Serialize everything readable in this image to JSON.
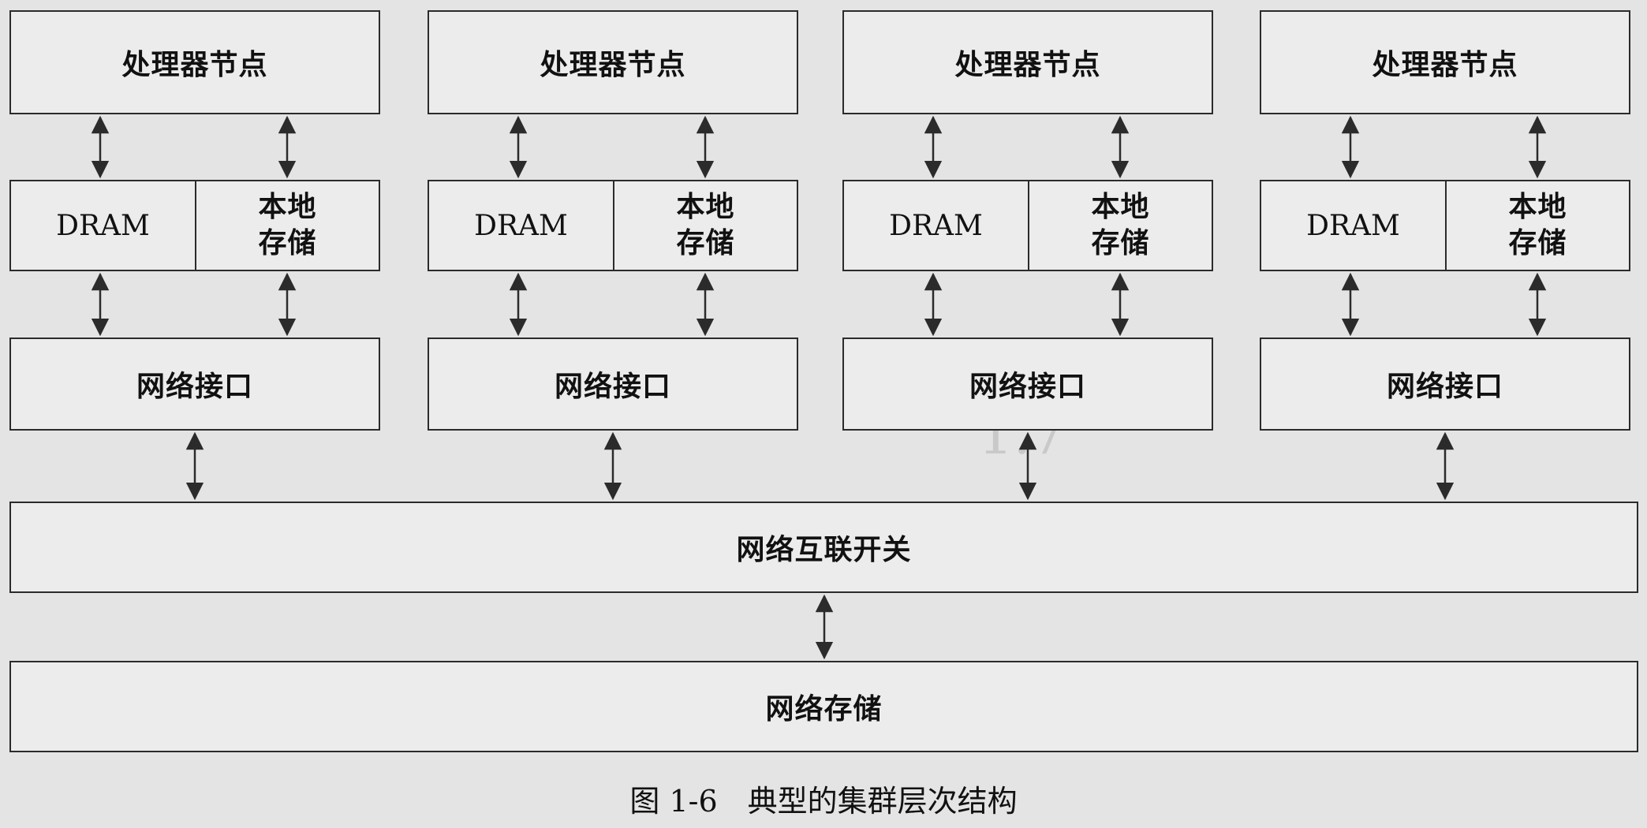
{
  "nodes": [
    {
      "processor": "处理器节点",
      "dram": "DRAM",
      "local_storage_line1": "本地",
      "local_storage_line2": "存储",
      "network_interface": "网络接口"
    },
    {
      "processor": "处理器节点",
      "dram": "DRAM",
      "local_storage_line1": "本地",
      "local_storage_line2": "存储",
      "network_interface": "网络接口"
    },
    {
      "processor": "处理器节点",
      "dram": "DRAM",
      "local_storage_line1": "本地",
      "local_storage_line2": "存储",
      "network_interface": "网络接口"
    },
    {
      "processor": "处理器节点",
      "dram": "DRAM",
      "local_storage_line1": "本地",
      "local_storage_line2": "存储",
      "network_interface": "网络接口"
    }
  ],
  "switch_label": "网络互联开关",
  "storage_label": "网络存储",
  "caption": "图 1-6　典型的集群层次结构",
  "colors": {
    "line": "#2b2b2b",
    "background": "#e4e4e4",
    "box_fill": "#ececec"
  }
}
